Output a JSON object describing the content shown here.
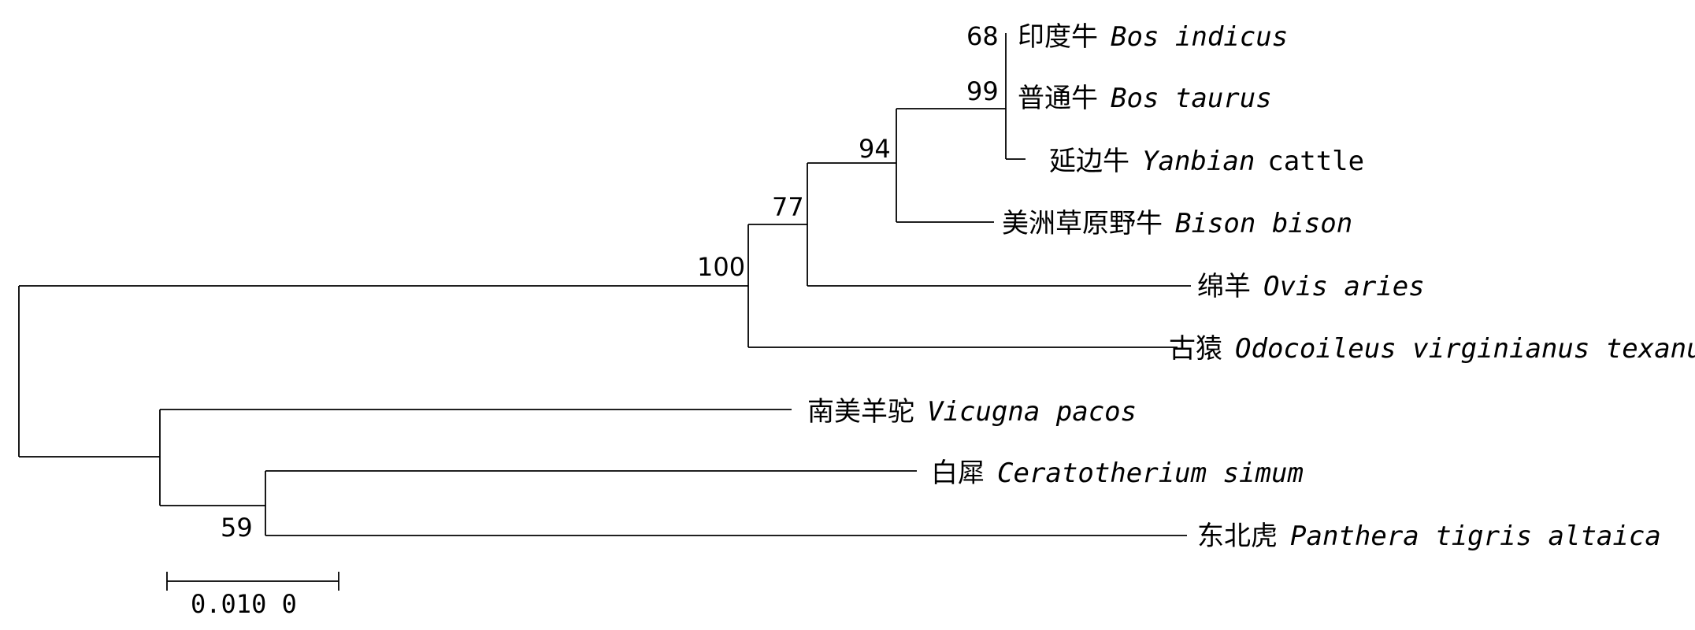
{
  "taxa": {
    "bos_indicus": {
      "cn": "印度牛",
      "sci": "Bos indicus",
      "extra": ""
    },
    "bos_taurus": {
      "cn": "普通牛",
      "sci": "Bos taurus",
      "extra": ""
    },
    "yanbian": {
      "cn": "延边牛",
      "sci": "Yanbian",
      "extra": "cattle"
    },
    "bison": {
      "cn": "美洲草原野牛",
      "sci": "Bison bison",
      "extra": ""
    },
    "ovis": {
      "cn": "绵羊",
      "sci": "Ovis aries",
      "extra": ""
    },
    "odocoileus": {
      "cn": "古猿",
      "sci": "Odocoileus virginianus texanus",
      "extra": ""
    },
    "vicugna": {
      "cn": "南美羊驼",
      "sci": "Vicugna pacos",
      "extra": ""
    },
    "ceratotherium": {
      "cn": "白犀",
      "sci": "Ceratotherium simum",
      "extra": ""
    },
    "panthera": {
      "cn": "东北虎",
      "sci": "Panthera tigris altaica",
      "extra": ""
    }
  },
  "bootstrap": {
    "bos_clade": "68",
    "cattle_clade": "99",
    "bovini": "94",
    "bovidae": "77",
    "ruminantia": "100",
    "rhino_tiger": "59"
  },
  "scale_bar": {
    "label": "0.010 0"
  }
}
